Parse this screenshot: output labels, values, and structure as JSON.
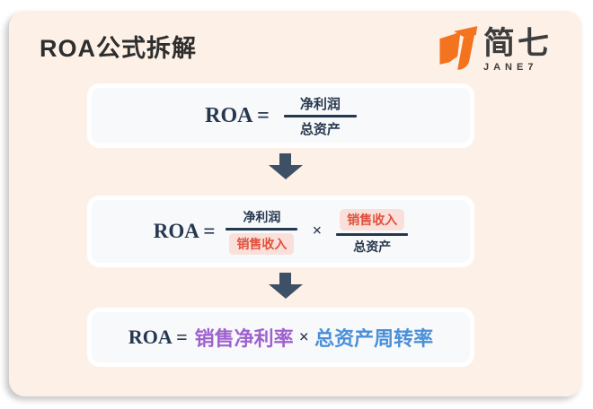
{
  "header": {
    "title": "ROA公式拆解"
  },
  "logo": {
    "brand": "简七",
    "subtitle": "JANE7"
  },
  "colors": {
    "card_bg": "#fdf1e7",
    "box_bg": "#f8f9fb",
    "formula_navy": "#26384f",
    "highlight_text": "#e1503c",
    "highlight_bg": "#fae0db",
    "purple_term": "#9e62ce",
    "blue_term": "#4a90d8",
    "arrow": "#3e5066",
    "logo_orange": "#f4731f"
  },
  "formula_basic": {
    "lhs": "ROA =",
    "numerator": "净利润",
    "denominator": "总资产"
  },
  "formula_expanded": {
    "lhs": "ROA =",
    "f1_numerator": "净利润",
    "f1_denominator": "销售收入",
    "times": "×",
    "f2_numerator": "销售收入",
    "f2_denominator": "总资产"
  },
  "formula_final": {
    "lhs": "ROA =",
    "term1": "销售净利率",
    "times": "×",
    "term2": "总资产周转率"
  }
}
